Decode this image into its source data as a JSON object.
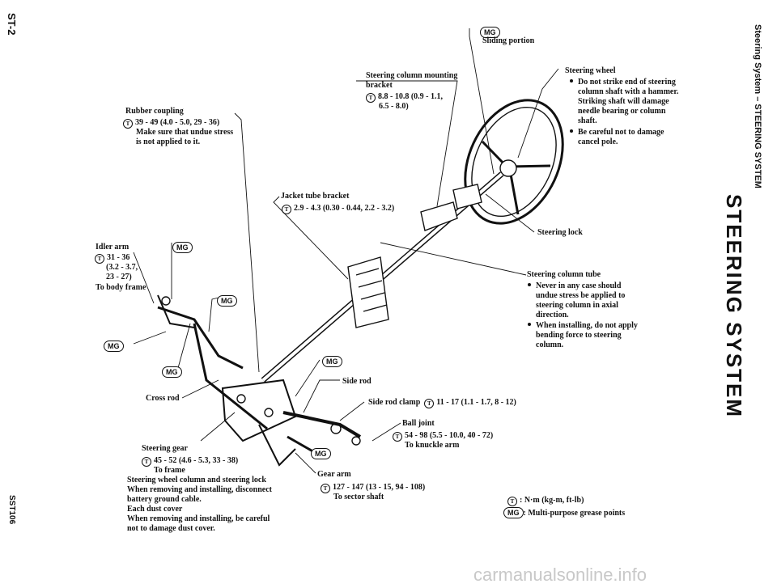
{
  "header": {
    "page_number": "ST-2",
    "doc_code": "SST106",
    "section_running": "Steering System – STEERING SYSTEM",
    "section_title": "STEERING SYSTEM"
  },
  "labels": {
    "sliding_portion": "Sliding portion",
    "column_bracket_1": "Steering column mounting",
    "column_bracket_2": "bracket",
    "column_bracket_t1": "8.8 - 10.8 (0.9 - 1.1,",
    "column_bracket_t2": "6.5 - 8.0)",
    "rubber_coupling": "Rubber coupling",
    "rubber_coupling_t": "39 - 49 (4.0 - 5.0, 29 - 36)",
    "rubber_coupling_n1": "Make sure that undue stress",
    "rubber_coupling_n2": "is not applied to it.",
    "steering_wheel": "Steering wheel",
    "sw_note1_1": "Do not strike end of steering",
    "sw_note1_2": "column shaft with a hammer.",
    "sw_note1_3": "Striking shaft will damage",
    "sw_note1_4": "needle bearing or column",
    "sw_note1_5": "shaft.",
    "sw_note2_1": "Be careful not to damage",
    "sw_note2_2": "cancel pole.",
    "jacket_bracket": "Jacket tube bracket",
    "jacket_bracket_t": "2.9 - 4.3 (0.30 - 0.44, 2.2 - 3.2)",
    "steering_lock": "Steering lock",
    "idler_arm": "Idler arm",
    "idler_t1": "31 - 36",
    "idler_t2": "(3.2 - 3.7,",
    "idler_t3": "23 - 27)",
    "idler_t4": "To body frame",
    "column_tube": "Steering column tube",
    "ct_note1_1": "Never in any case should",
    "ct_note1_2": "undue stress be applied to",
    "ct_note1_3": "steering column in axial",
    "ct_note1_4": "direction.",
    "ct_note2_1": "When installing, do not apply",
    "ct_note2_2": "bending force to steering",
    "ct_note2_3": "column.",
    "side_rod": "Side rod",
    "cross_rod": "Cross rod",
    "side_rod_clamp": "Side rod clamp",
    "side_rod_clamp_t": "11 - 17 (1.1 - 1.7, 8 - 12)",
    "ball_joint": "Ball joint",
    "ball_joint_t": "54 - 98 (5.5 - 10.0, 40 - 72)",
    "ball_joint_n": "To knuckle arm",
    "steering_gear": "Steering gear",
    "gear_t": "45 - 52 (4.6 - 5.3, 33 - 38)",
    "gear_n": "To frame",
    "gear_arm": "Gear arm",
    "gear_arm_t": "127 - 147 (13 - 15, 94 - 108)",
    "gear_arm_n": "To sector shaft",
    "bottom_1": "Steering wheel column and steering lock",
    "bottom_2": "When removing and installing, disconnect",
    "bottom_3": "battery ground cable.",
    "bottom_4": "Each dust cover",
    "bottom_5": "When removing and installing, be careful",
    "bottom_6": "not to damage dust cover."
  },
  "symbols": {
    "torque": "T",
    "mg": "MG"
  },
  "legend": {
    "torque_text": ": N·m (kg-m, ft-lb)",
    "mg_text": ": Multi-purpose grease points"
  },
  "footer": {
    "watermark": "carmanualsonline.info"
  }
}
